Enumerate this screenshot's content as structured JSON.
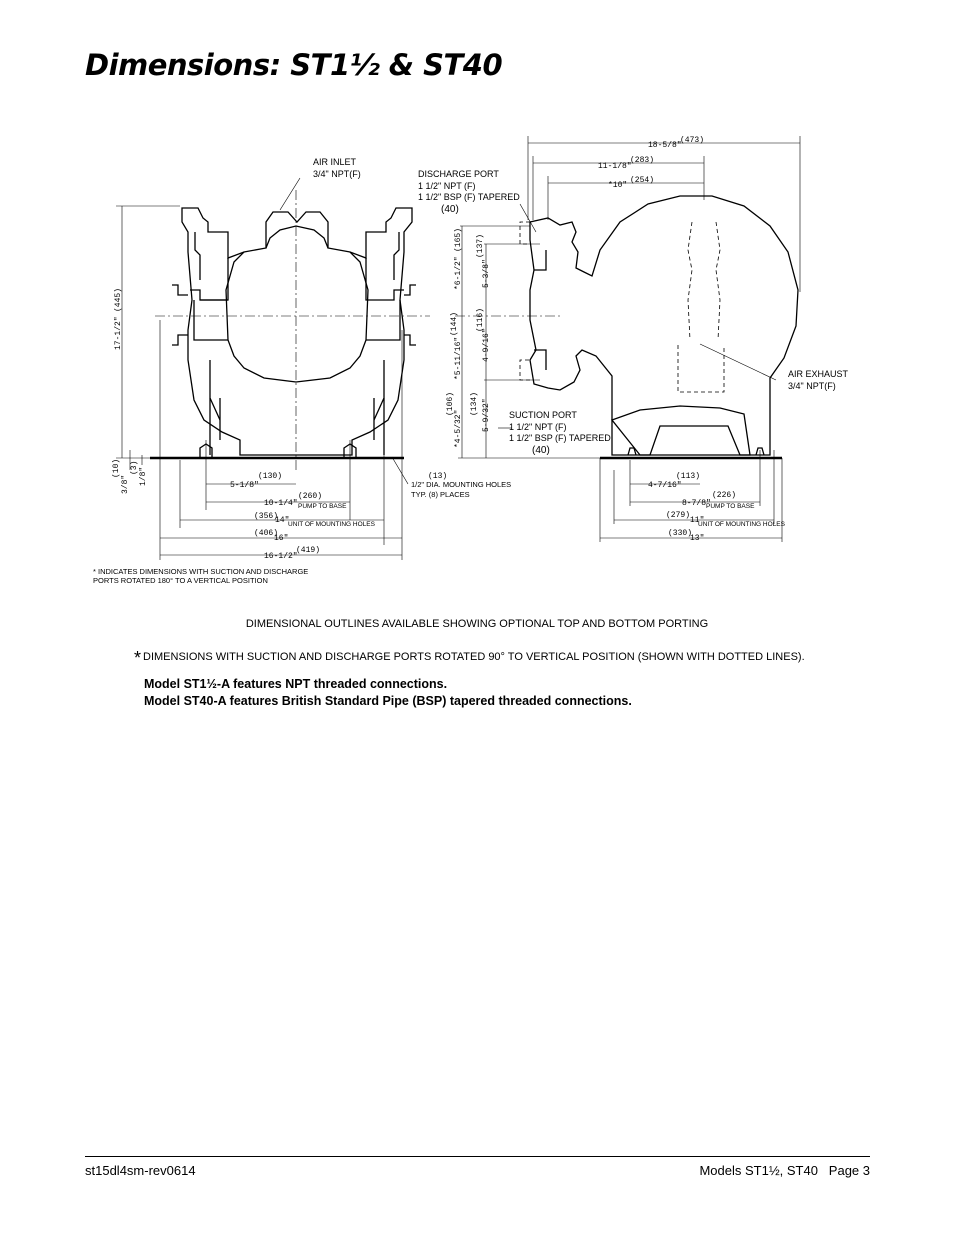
{
  "page": {
    "title": "Dimensions: ST1½ & ST40"
  },
  "drawing": {
    "front": {
      "air_inlet": [
        "AIR INLET",
        "3/4\" NPT(F)"
      ],
      "height_dim": "17-1/2\"",
      "height_mm": "(445)",
      "base_dim_a": "3/8\"",
      "base_mm_a": "(10)",
      "base_dim_b": "1/8\"",
      "base_mm_b": "(3)",
      "d1": "5-1/8\"",
      "d1_mm": "(130)",
      "d2": "10-1/4\"",
      "d2_mm": "(260)",
      "d2_note": "PUMP TO BASE",
      "d3": "14\"",
      "d3_mm": "(356)",
      "d3_note": "UNIT OF MOUNTING HOLES",
      "d4": "16\"",
      "d4_mm": "(406)",
      "d5": "16-1/2\"",
      "d5_mm": "(419)",
      "holes_mm": "(13)",
      "holes": [
        "1/2\" DIA. MOUNTING HOLES",
        "TYP. (8) PLACES"
      ],
      "footnote": [
        "* INDICATES DIMENSIONS WITH SUCTION AND DISCHARGE",
        "PORTS ROTATED 180° TO A VERTICAL POSITION"
      ]
    },
    "side": {
      "discharge": [
        "DISCHARGE PORT",
        "1 1/2\" NPT (F)",
        "1 1/2\" BSP (F) TAPERED",
        "(40)"
      ],
      "suction": [
        "SUCTION PORT",
        "1 1/2\" NPT (F)",
        "1 1/2\" BSP (F) TAPERED",
        "(40)"
      ],
      "air_exhaust": [
        "AIR EXHAUST",
        "3/4\" NPT(F)"
      ],
      "top1": "18-5/8\"",
      "top1_mm": "(473)",
      "top2": "11-1/8\"",
      "top2_mm": "(283)",
      "top3": "*10\"",
      "top3_mm": "(254)",
      "v1": "*6-1/2\"",
      "v1_mm": "(165)",
      "v2": "5-3/8\"",
      "v2_mm": "(137)",
      "v3": "*5-11/16\"",
      "v3_mm": "(144)",
      "v4": "4-9/16\"",
      "v4_mm": "(116)",
      "v5": "*4-5/32\"",
      "v5_mm": "(106)",
      "v6": "5-9/32\"",
      "v6_mm": "(134)",
      "b1": "4-7/16\"",
      "b1_mm": "(113)",
      "b2": "8-7/8\"",
      "b2_mm": "(226)",
      "b2_note": "PUMP TO BASE",
      "b3": "11\"",
      "b3_mm": "(279)",
      "b3_note": "UNIT OF MOUNTING HOLES",
      "b4": "13\"",
      "b4_mm": "(330)"
    }
  },
  "notes": {
    "outlines": "DIMENSIONAL OUTLINES AVAILABLE SHOWING OPTIONAL TOP AND BOTTOM PORTING",
    "star": "*",
    "rotated": "DIMENSIONS WITH SUCTION AND DISCHARGE PORTS ROTATED 90°  TO VERTICAL POSITION (SHOWN WITH DOTTED LINES).",
    "model_a": "Model ST1½-A features NPT threaded connections.",
    "model_b": "Model ST40-A features British Standard Pipe (BSP) tapered threaded connections."
  },
  "footer": {
    "doc_id": "st15dl4sm-rev0614",
    "page_label": "Models ST1½, ST40   Page 3"
  }
}
